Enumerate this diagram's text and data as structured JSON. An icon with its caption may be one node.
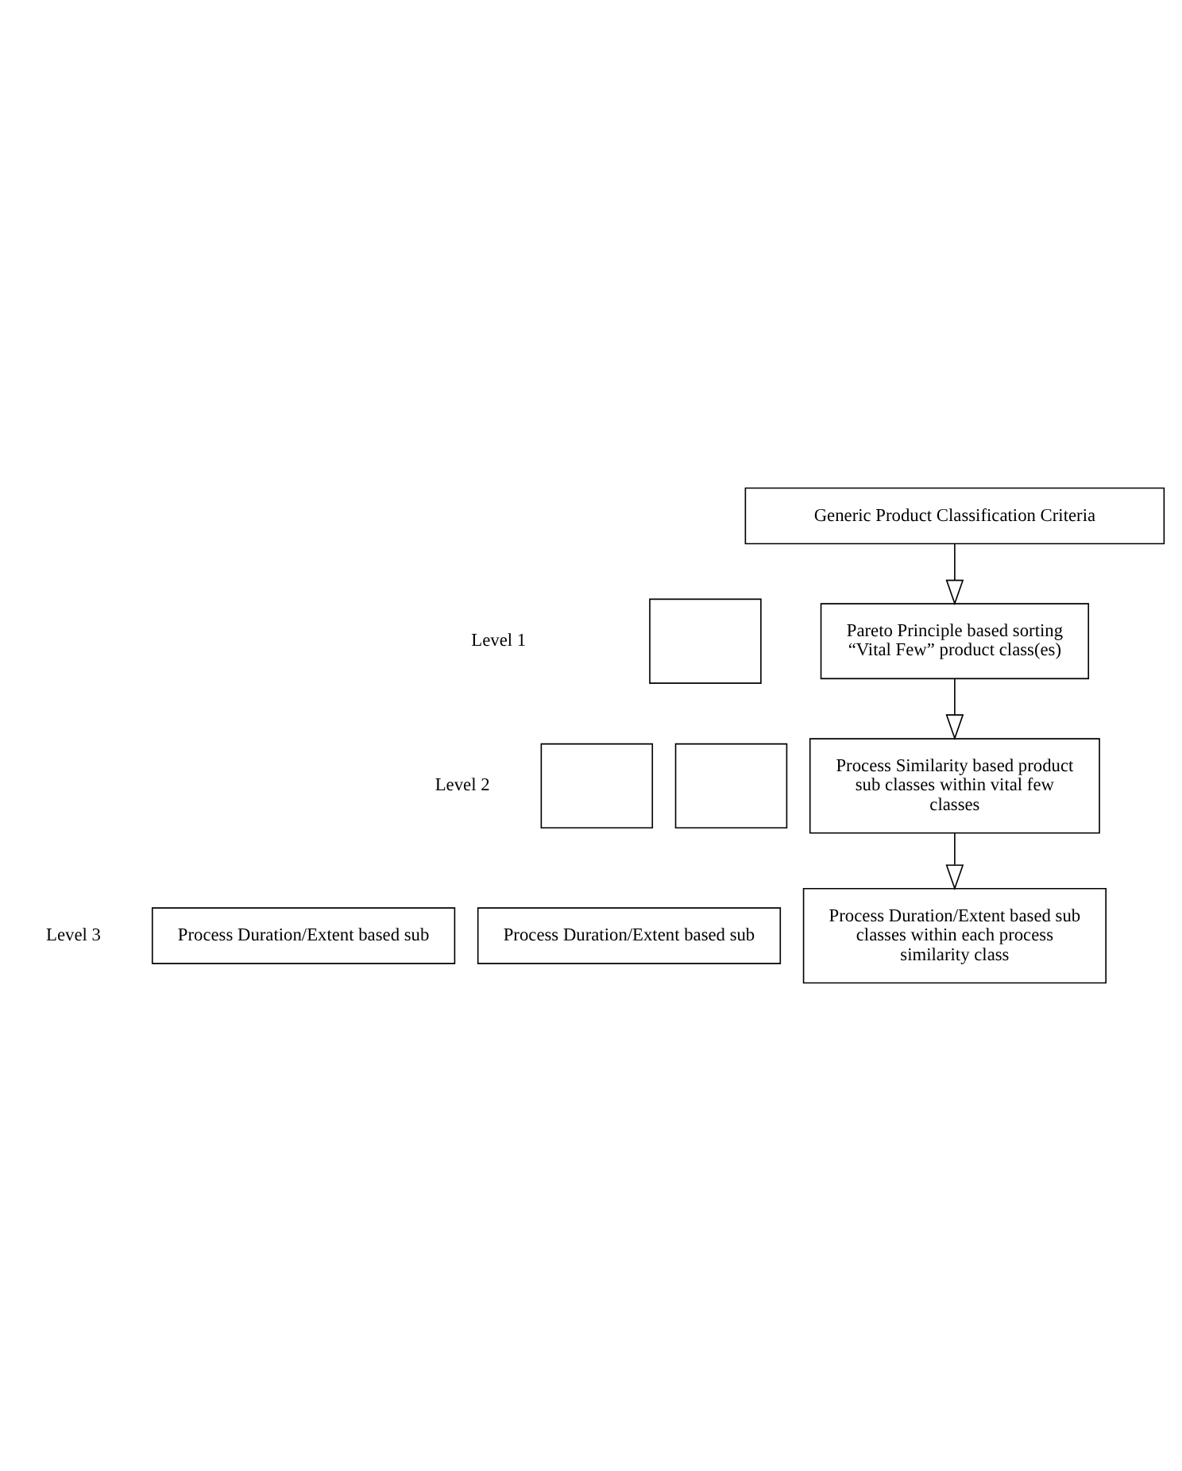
{
  "diagram": {
    "nodes": [
      {
        "text": [
          "Generic Product Classification Criteria"
        ]
      },
      {
        "text": [],
        "shape": "box"
      },
      {
        "text": [
          "Pareto Principle based sorting “Vital Few” product class(es)"
        ]
      },
      {
        "text": [],
        "shape": "box"
      },
      {
        "text": [],
        "shape": "box"
      },
      {
        "text": [
          "Process Similarity based product sub classes within vital few classes"
        ]
      },
      {
        "text": [
          "Process Duration/Extent based sub"
        ]
      },
      {
        "text": [
          "Process Duration/Extent based sub"
        ]
      },
      {
        "text": [
          "Process Duration/Extent based sub classes within each process similarity class"
        ]
      }
    ],
    "edges": [
      {
        "from": 0,
        "to": 2,
        "arrow": "to"
      },
      {
        "from": 2,
        "to": 5,
        "arrow": "to"
      },
      {
        "from": 5,
        "to": 8,
        "arrow": "to"
      }
    ],
    "labels": [
      "Level 1",
      "Level 2",
      "Level 3"
    ]
  }
}
